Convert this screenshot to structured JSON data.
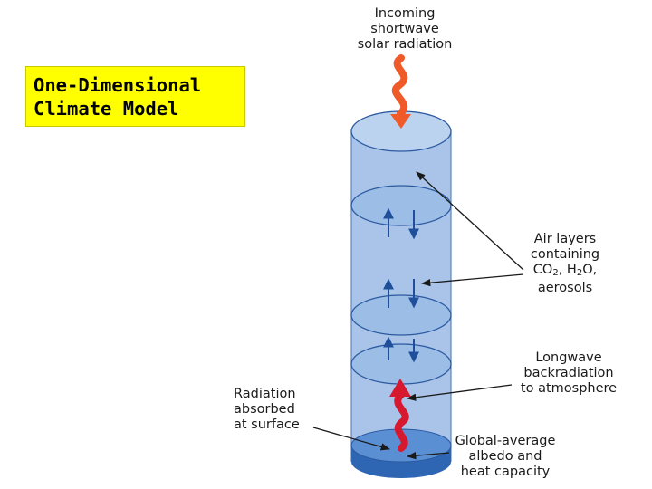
{
  "title": {
    "line1": "One-Dimensional",
    "line2": "Climate Model"
  },
  "labels": {
    "incoming": [
      "Incoming",
      "shortwave",
      "solar radiation"
    ],
    "air_layers": {
      "line1": "Air layers",
      "line2": "containing",
      "co2": "CO",
      "co2_sub": "2",
      "sep": ", ",
      "h2o_h": "H",
      "h2o_sub": "2",
      "h2o_o": "O,",
      "line4": "aerosols"
    },
    "longwave": [
      "Longwave",
      "backradiation",
      "to atmosphere"
    ],
    "absorbed": [
      "Radiation",
      "absorbed",
      "at surface"
    ],
    "albedo": [
      "Global-average",
      "albedo and",
      "heat capacity"
    ]
  },
  "colors": {
    "title_bg": "#ffff00",
    "column_fill": "#a9c4e8",
    "ellipse_fill": "#9bbde6",
    "ellipse_stroke": "#2c5aa0",
    "surface": "#3f78c6",
    "solar_arrow": "#f05a28",
    "longwave_arrow": "#d7192f",
    "flux_arrow": "#1f4f9a"
  },
  "icons": {
    "solar": "wavy-arrow-down",
    "longwave": "wavy-arrow-up",
    "vertical_flux": "up-down-arrows"
  }
}
